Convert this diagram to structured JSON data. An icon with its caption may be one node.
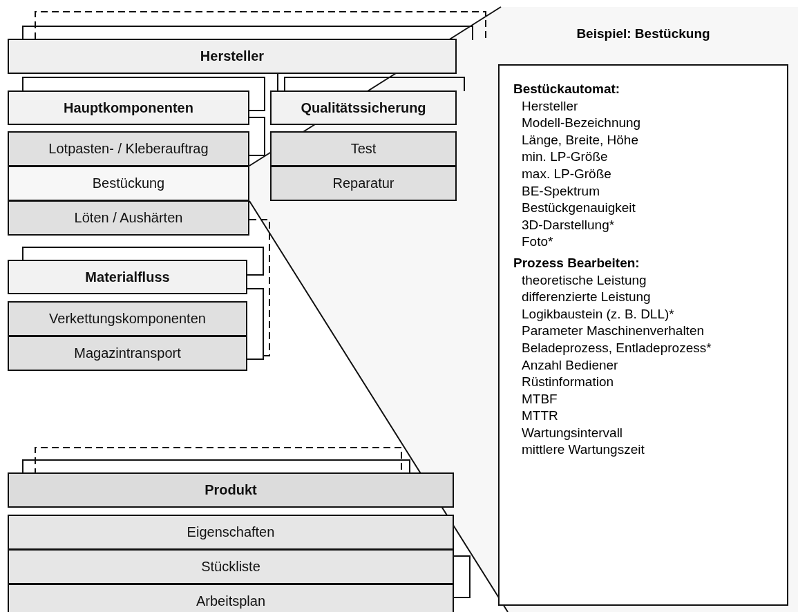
{
  "diagram": {
    "nodes": [
      {
        "text": [
          "Hersteller"
        ]
      },
      {
        "text": [
          "Hauptkomponenten"
        ]
      },
      {
        "text": [
          "Lotpasten- / Kleberauftrag"
        ]
      },
      {
        "text": [
          "Bestückung"
        ]
      },
      {
        "text": [
          "Löten / Aushärten"
        ]
      },
      {
        "text": [
          "Qualitätssicherung"
        ]
      },
      {
        "text": [
          "Test"
        ]
      },
      {
        "text": [
          "Reparatur"
        ]
      },
      {
        "text": [
          "Materialfluss"
        ]
      },
      {
        "text": [
          "Verkettungskomponenten"
        ]
      },
      {
        "text": [
          "Magazintransport"
        ]
      },
      {
        "text": [
          "Produkt"
        ]
      },
      {
        "text": [
          "Eigenschaften"
        ]
      },
      {
        "text": [
          "Stückliste"
        ]
      },
      {
        "text": [
          "Arbeitsplan"
        ]
      },
      {
        "text": [
          "Beispiel: Bestückung",
          "Bestückautomat:",
          "Hersteller",
          "Modell-Bezeichnung",
          "Länge, Breite, Höhe",
          "min. LP-Größe",
          "max. LP-Größe",
          "BE-Spektrum",
          "Bestückgenauigkeit",
          "3D-Darstellung*",
          "Foto*",
          "Prozess Bearbeiten:",
          "theoretische Leistung",
          "differenzierte Leistung",
          "Logikbaustein (z. B. DLL)*",
          "Parameter Maschinenverhalten",
          "Beladeprozess, Entladeprozess*",
          "Anzahl Bediener",
          "Rüstinformation",
          "MTBF",
          "MTTR",
          "Wartungsintervall",
          "mittlere Wartungszeit"
        ]
      }
    ]
  }
}
